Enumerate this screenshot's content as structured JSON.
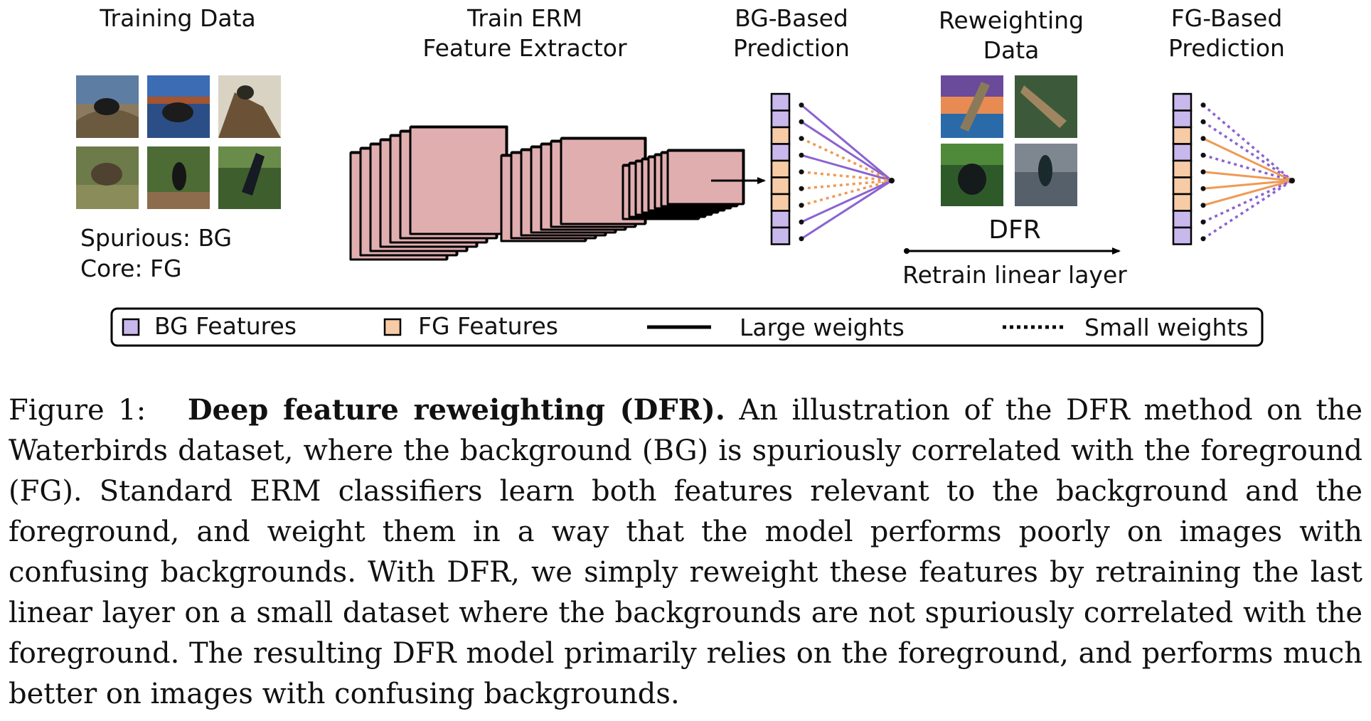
{
  "diagram": {
    "training": {
      "title": "Training Data",
      "spurious": "Spurious: BG",
      "core": "Core: FG"
    },
    "extractor": {
      "title_line1": "Train ERM",
      "title_line2": "Feature Extractor"
    },
    "bg_prediction": {
      "title_line1": "BG-Based",
      "title_line2": "Prediction"
    },
    "reweighting": {
      "title_line1": "Reweighting",
      "title_line2": "Data",
      "method": "DFR",
      "method_desc": "Retrain linear layer"
    },
    "fg_prediction": {
      "title_line1": "FG-Based",
      "title_line2": "Prediction"
    },
    "legend": {
      "bg_features": "BG Features",
      "fg_features": "FG Features",
      "large_weights": "Large weights",
      "small_weights": "Small weights"
    },
    "colors": {
      "bg_feature": "#c9b8ec",
      "fg_feature": "#f7cba6",
      "bg_line": "#8a63d2",
      "fg_line": "#ef9a55",
      "layer_fill": "#e1aeb0"
    },
    "feature_column": [
      "bg",
      "bg",
      "fg",
      "bg",
      "fg",
      "fg",
      "fg",
      "bg",
      "bg"
    ]
  },
  "caption": {
    "label": "Figure 1:",
    "title": "Deep feature reweighting (DFR).",
    "text": "An illustration of the DFR method on the Waterbirds dataset, where the background (BG) is spuriously correlated with the foreground (FG). Standard ERM classifiers learn both features relevant to the background and the foreground, and weight them in a way that the model performs poorly on images with confusing backgrounds. With DFR, we simply reweight these features by retraining the last linear layer on a small dataset where the backgrounds are not spuriously correlated with the foreground. The resulting DFR model primarily relies on the foreground, and performs much better on images with confusing backgrounds."
  }
}
